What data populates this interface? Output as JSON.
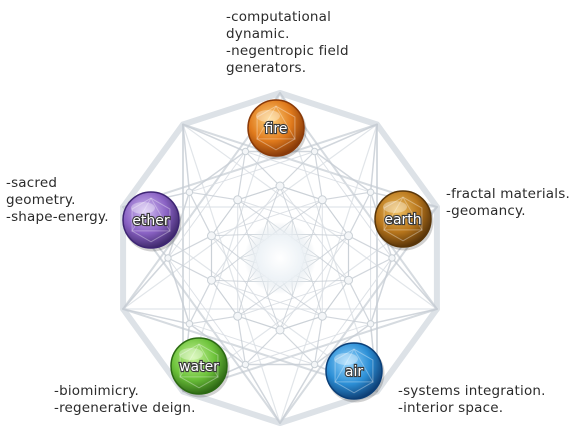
{
  "elements": [
    {
      "key": "fire",
      "label": "fire",
      "notes": [
        "-computational",
        "dynamic.",
        "-negentropic field",
        "generators."
      ],
      "color": "#e07a1c",
      "dark": "#8a3a08"
    },
    {
      "key": "earth",
      "label": "earth",
      "notes": [
        "-fractal materials.",
        "-geomancy."
      ],
      "color": "#b8761c",
      "dark": "#5a3608"
    },
    {
      "key": "air",
      "label": "air",
      "notes": [
        "-systems integration.",
        "-interior space."
      ],
      "color": "#2c8fd6",
      "dark": "#0b3f78"
    },
    {
      "key": "water",
      "label": "water",
      "notes": [
        "-biomimicry.",
        "-regenerative deign."
      ],
      "color": "#6cc23a",
      "dark": "#2b6a12"
    },
    {
      "key": "ether",
      "label": "ether",
      "notes": [
        "-sacred",
        "geometry.",
        "-shape-energy."
      ],
      "color": "#8a62c4",
      "dark": "#3e2574"
    }
  ]
}
